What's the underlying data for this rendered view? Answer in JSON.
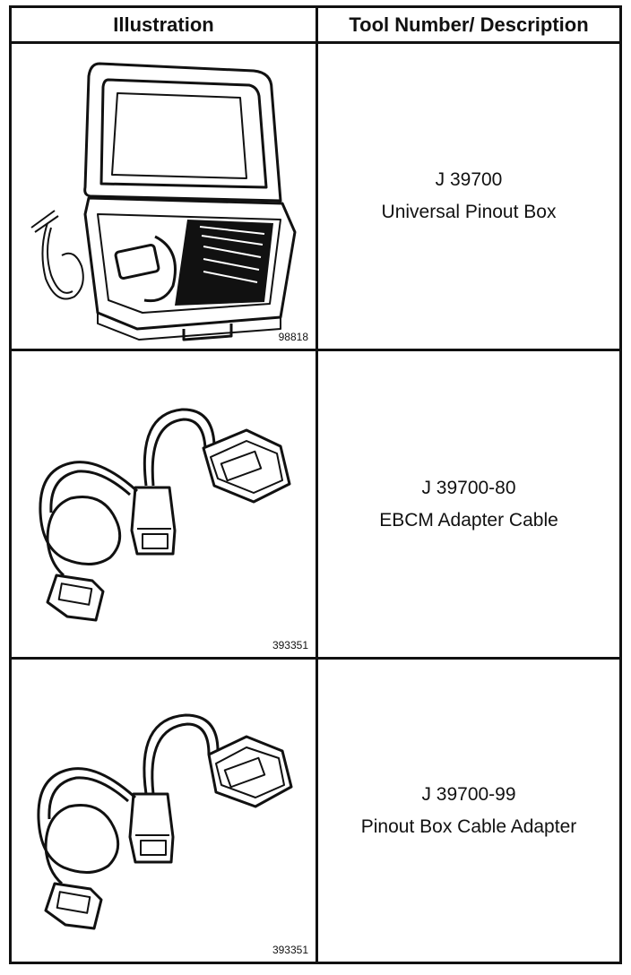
{
  "header": {
    "col_illustration": "Illustration",
    "col_tool": "Tool Number/ Description"
  },
  "rows": [
    {
      "figure_number": "98818",
      "tool_number": "J 39700",
      "description": "Universal Pinout Box",
      "icon": "pinout-box-case-icon"
    },
    {
      "figure_number": "393351",
      "tool_number": "J 39700-80",
      "description": "EBCM Adapter Cable",
      "icon": "adapter-cable-icon"
    },
    {
      "figure_number": "393351",
      "tool_number": "J 39700-99",
      "description": "Pinout Box Cable Adapter",
      "icon": "adapter-cable-icon"
    }
  ]
}
